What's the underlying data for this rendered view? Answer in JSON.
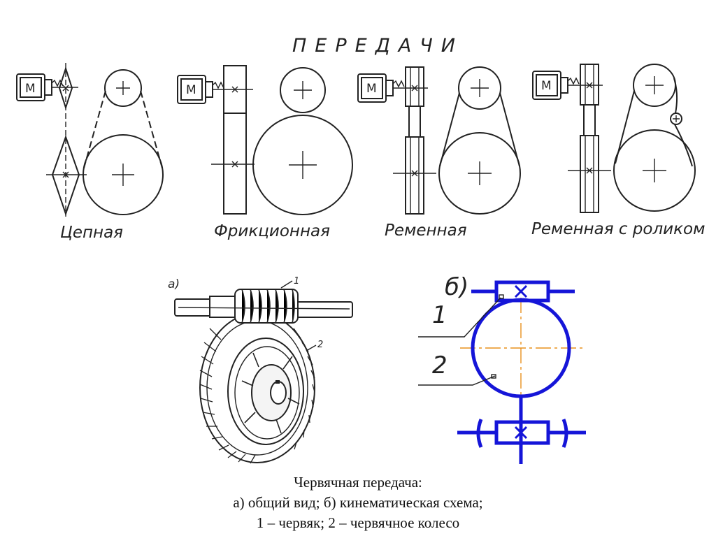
{
  "slide": {
    "title": "ПЕРЕДАЧИ",
    "motor_letter": "М"
  },
  "drives": [
    {
      "label": "Цепная"
    },
    {
      "label": "Фрикционная"
    },
    {
      "label": "Ременная"
    },
    {
      "label": "Ременная с роликом"
    }
  ],
  "worm_figure": {
    "panel_a": "а)",
    "part_1": "1",
    "part_2": "2"
  },
  "kinematic_scheme": {
    "panel_b": "б)",
    "label_1": "1",
    "label_2": "2",
    "colors": {
      "lines": "#1515d8",
      "axes": "#e8901c"
    }
  },
  "caption": {
    "line1": "Червячная передача:",
    "line2": "а) общий вид; б) кинематическая схема;",
    "line3": "1 – червяк; 2 – червячное колесо"
  }
}
